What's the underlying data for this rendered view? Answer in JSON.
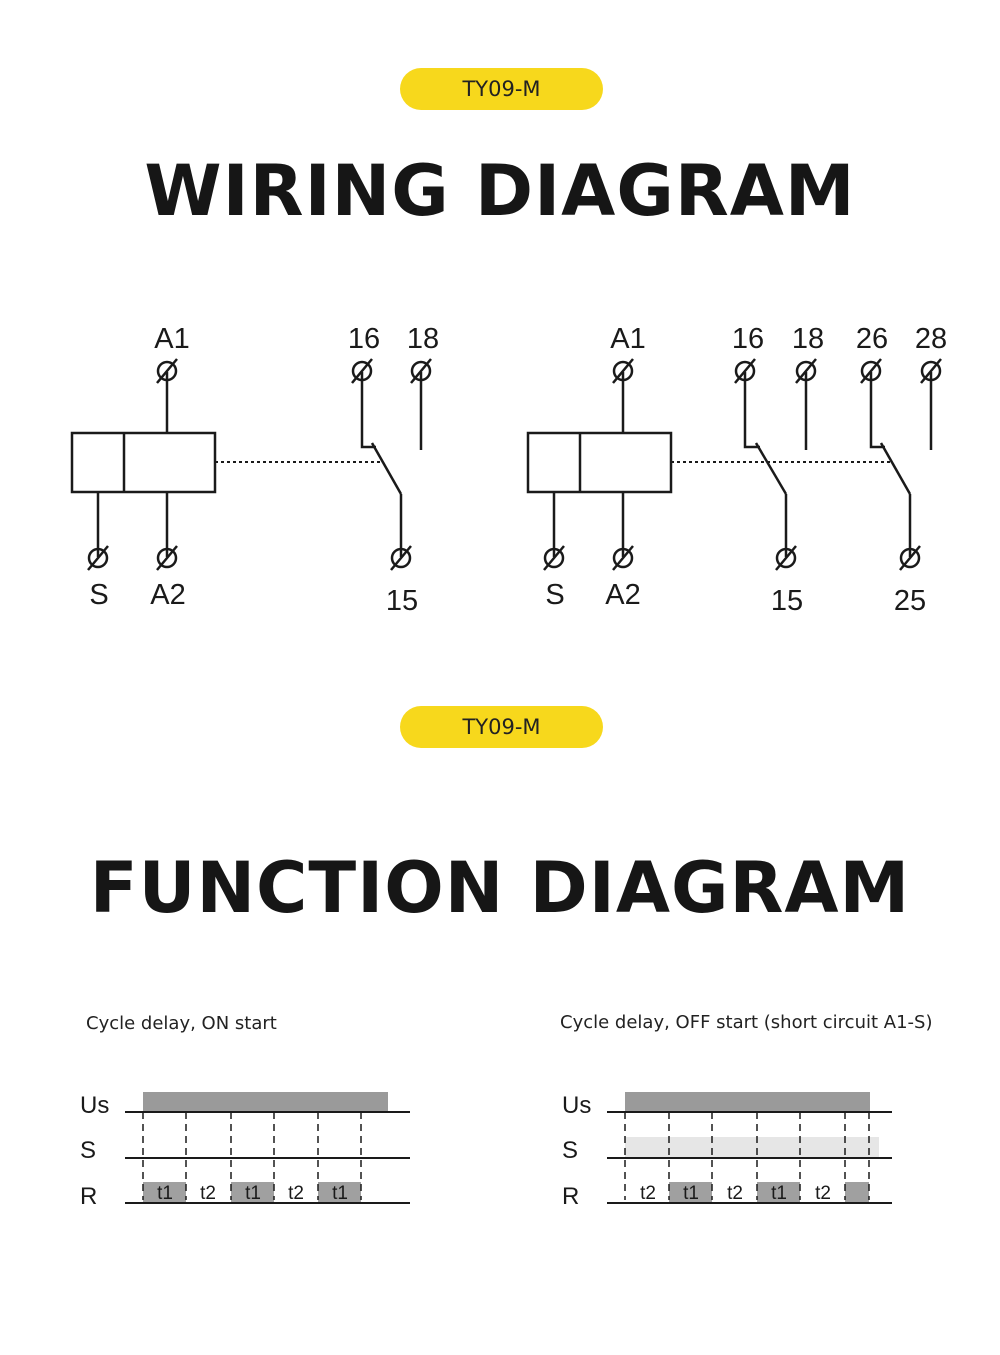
{
  "badges": {
    "top": "TY09-M",
    "middle": "TY09-M"
  },
  "headings": {
    "wiring": "WIRING DIAGRAM",
    "function": "FUNCTION DIAGRAM"
  },
  "wiring_left": {
    "terminals": {
      "a1": "A1",
      "s": "S",
      "a2": "A2",
      "t16": "16",
      "t18": "18",
      "t15": "15"
    }
  },
  "wiring_right": {
    "terminals": {
      "a1": "A1",
      "s": "S",
      "a2": "A2",
      "t16": "16",
      "t18": "18",
      "t26": "26",
      "t28": "28",
      "t15": "15",
      "t25": "25"
    }
  },
  "function_left": {
    "caption": "Cycle delay, ON start",
    "rows": {
      "us": "Us",
      "s": "S",
      "r": "R"
    },
    "intervals": [
      "t1",
      "t2",
      "t1",
      "t2",
      "t1"
    ]
  },
  "function_right": {
    "caption": "Cycle delay, OFF start (short circuit A1-S)",
    "rows": {
      "us": "Us",
      "s": "S",
      "r": "R"
    },
    "intervals": [
      "t2",
      "t1",
      "t2",
      "t1",
      "t2"
    ]
  },
  "colors": {
    "badge": "#f7d81c",
    "signal_bar": "#9a9a9a",
    "signal_light": "#e6e6e6",
    "line": "#1a1a1a"
  }
}
